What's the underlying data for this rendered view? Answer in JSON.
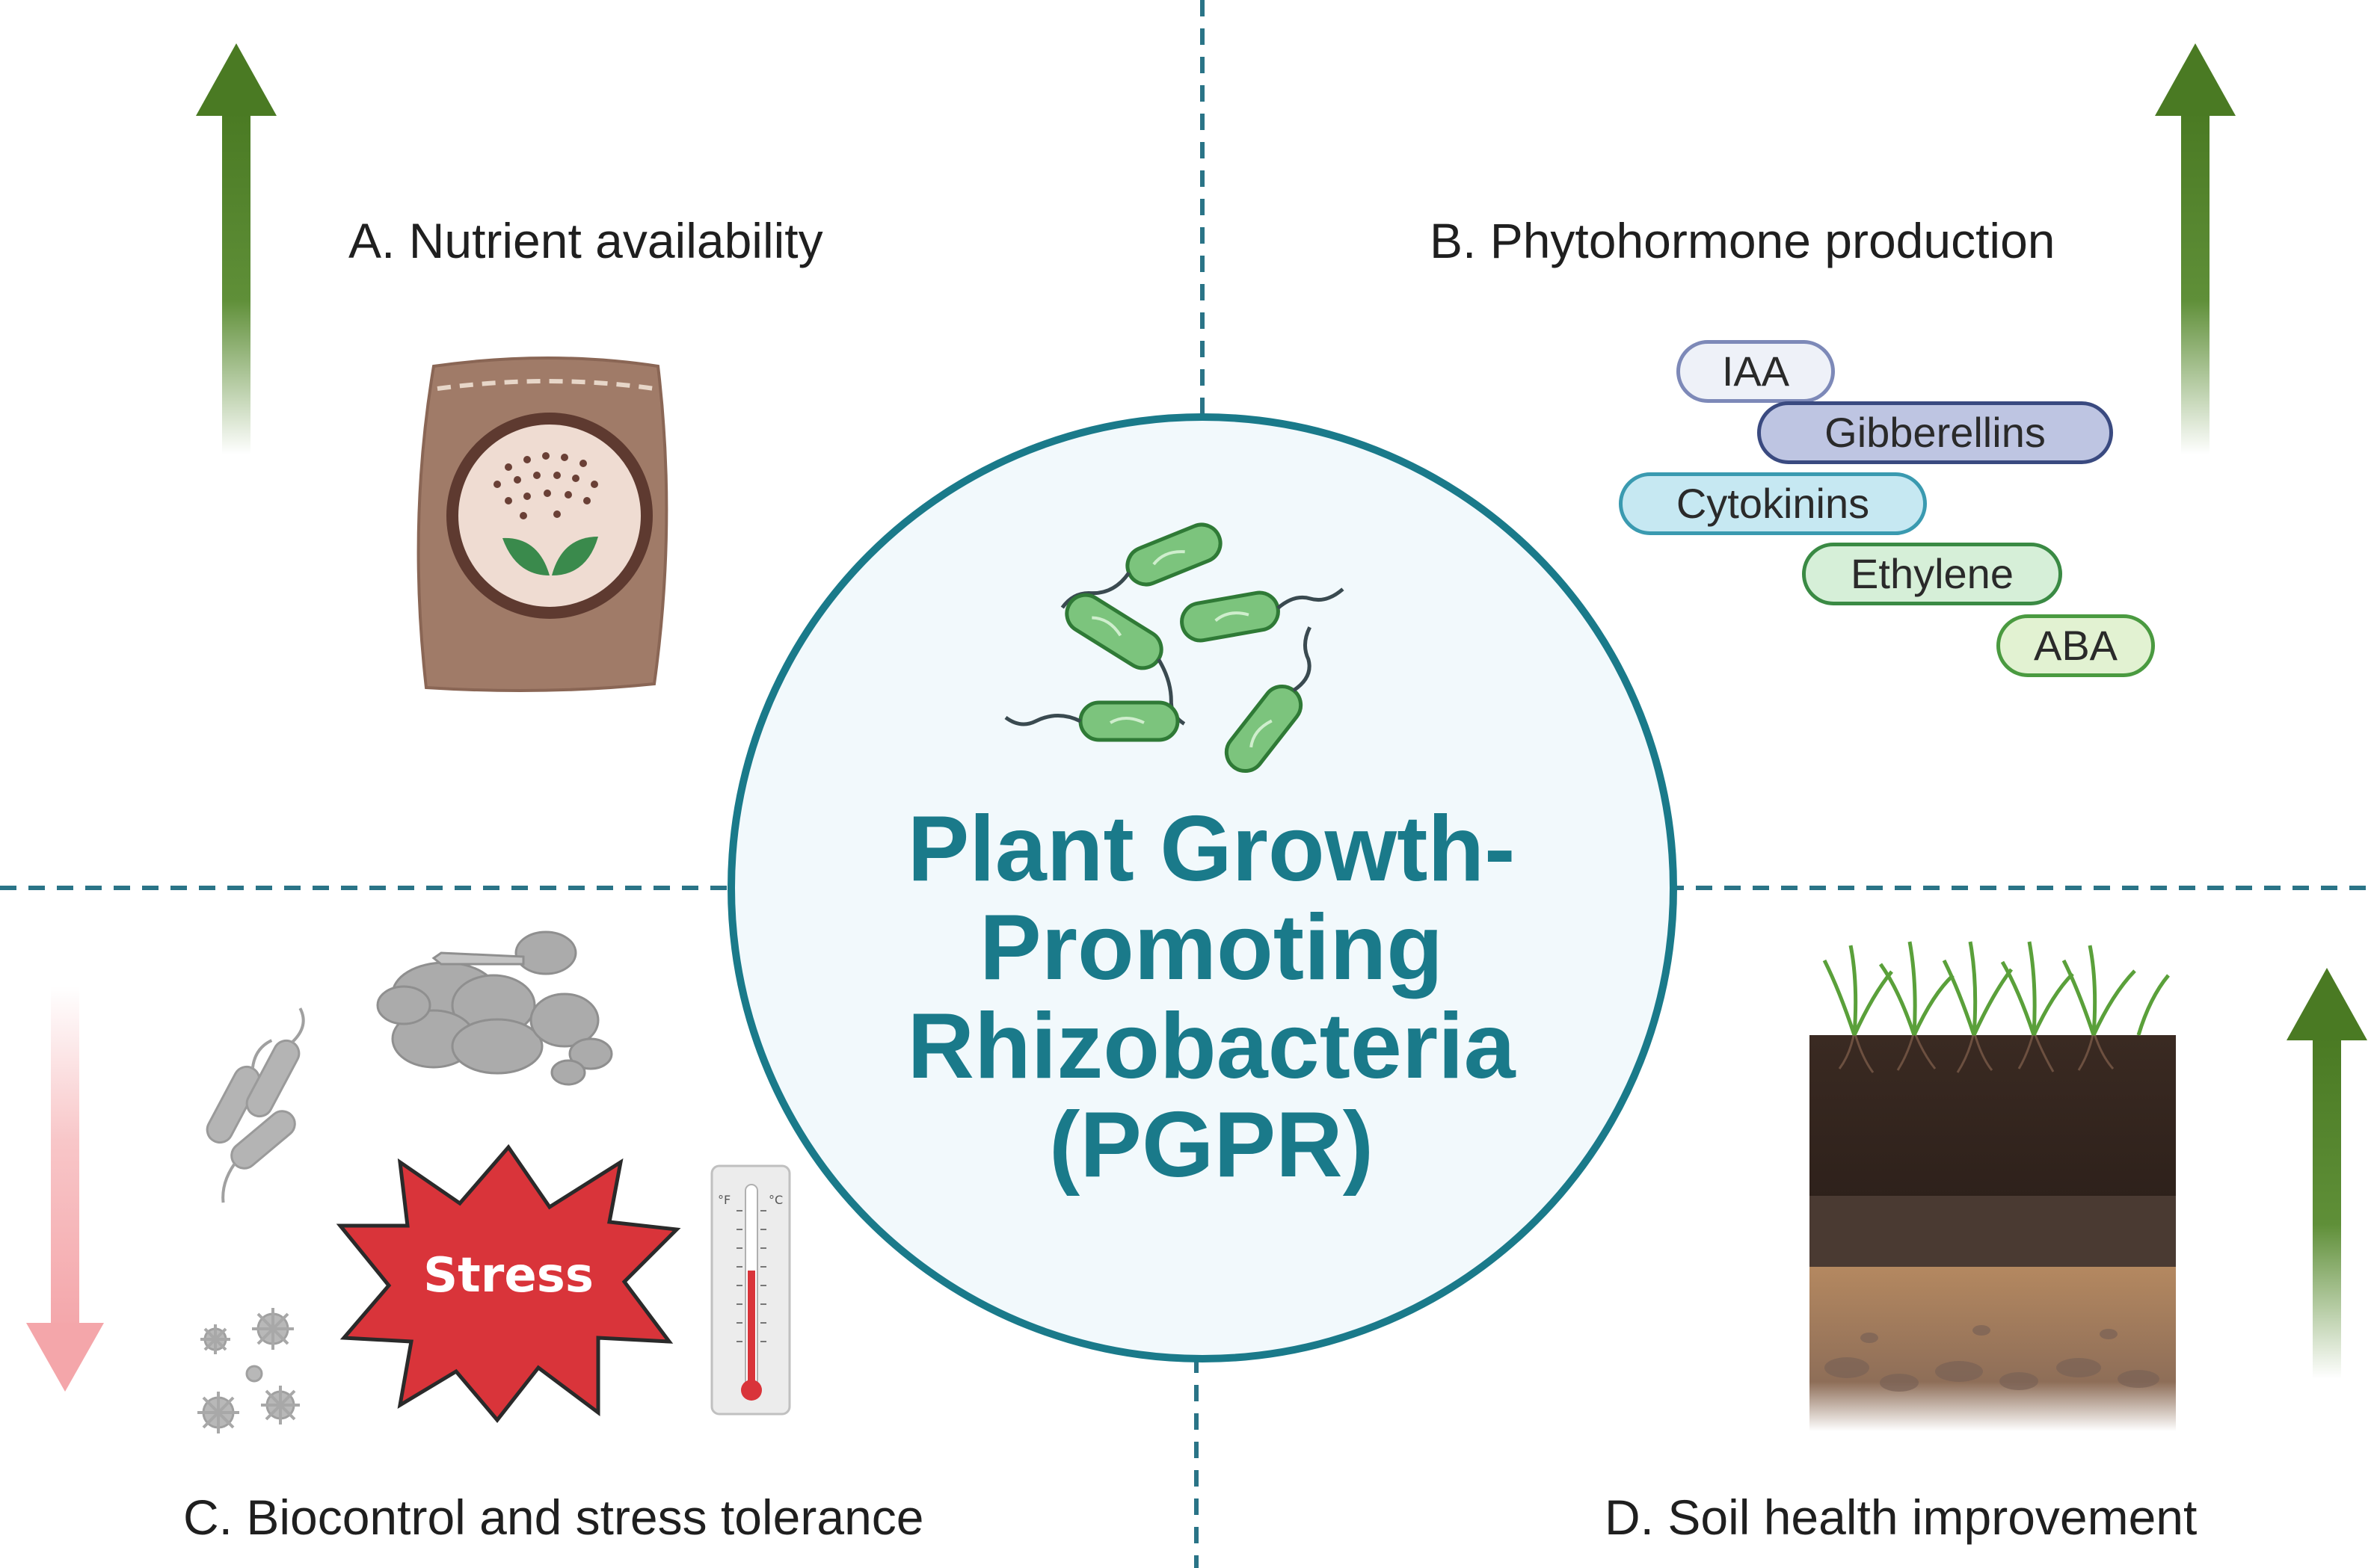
{
  "center": {
    "title_lines": [
      "Plant Growth-",
      "Promoting",
      "Rhizobacteria",
      "(PGPR)"
    ]
  },
  "quadrants": {
    "a": {
      "label": "A. Nutrient availability"
    },
    "b": {
      "label": "B. Phytohormone production"
    },
    "c": {
      "label": "C. Biocontrol and stress tolerance"
    },
    "d": {
      "label": "D. Soil health improvement"
    }
  },
  "phytohormones": [
    "IAA",
    "Gibberellins",
    "Cytokinins",
    "Ethylene",
    "ABA"
  ],
  "stress": {
    "label": "Stress"
  },
  "thermometer": {
    "unit_f": "°F",
    "unit_c": "°C"
  },
  "colors": {
    "circle_stroke": "#1a7a8a",
    "circle_fill": "#f2f9fc",
    "title": "#1a7a8a",
    "arrow_up": "#4a7a23",
    "arrow_down": "#f4a6aa",
    "stress": "#d9343a",
    "bacteria": "#6fbf73"
  }
}
